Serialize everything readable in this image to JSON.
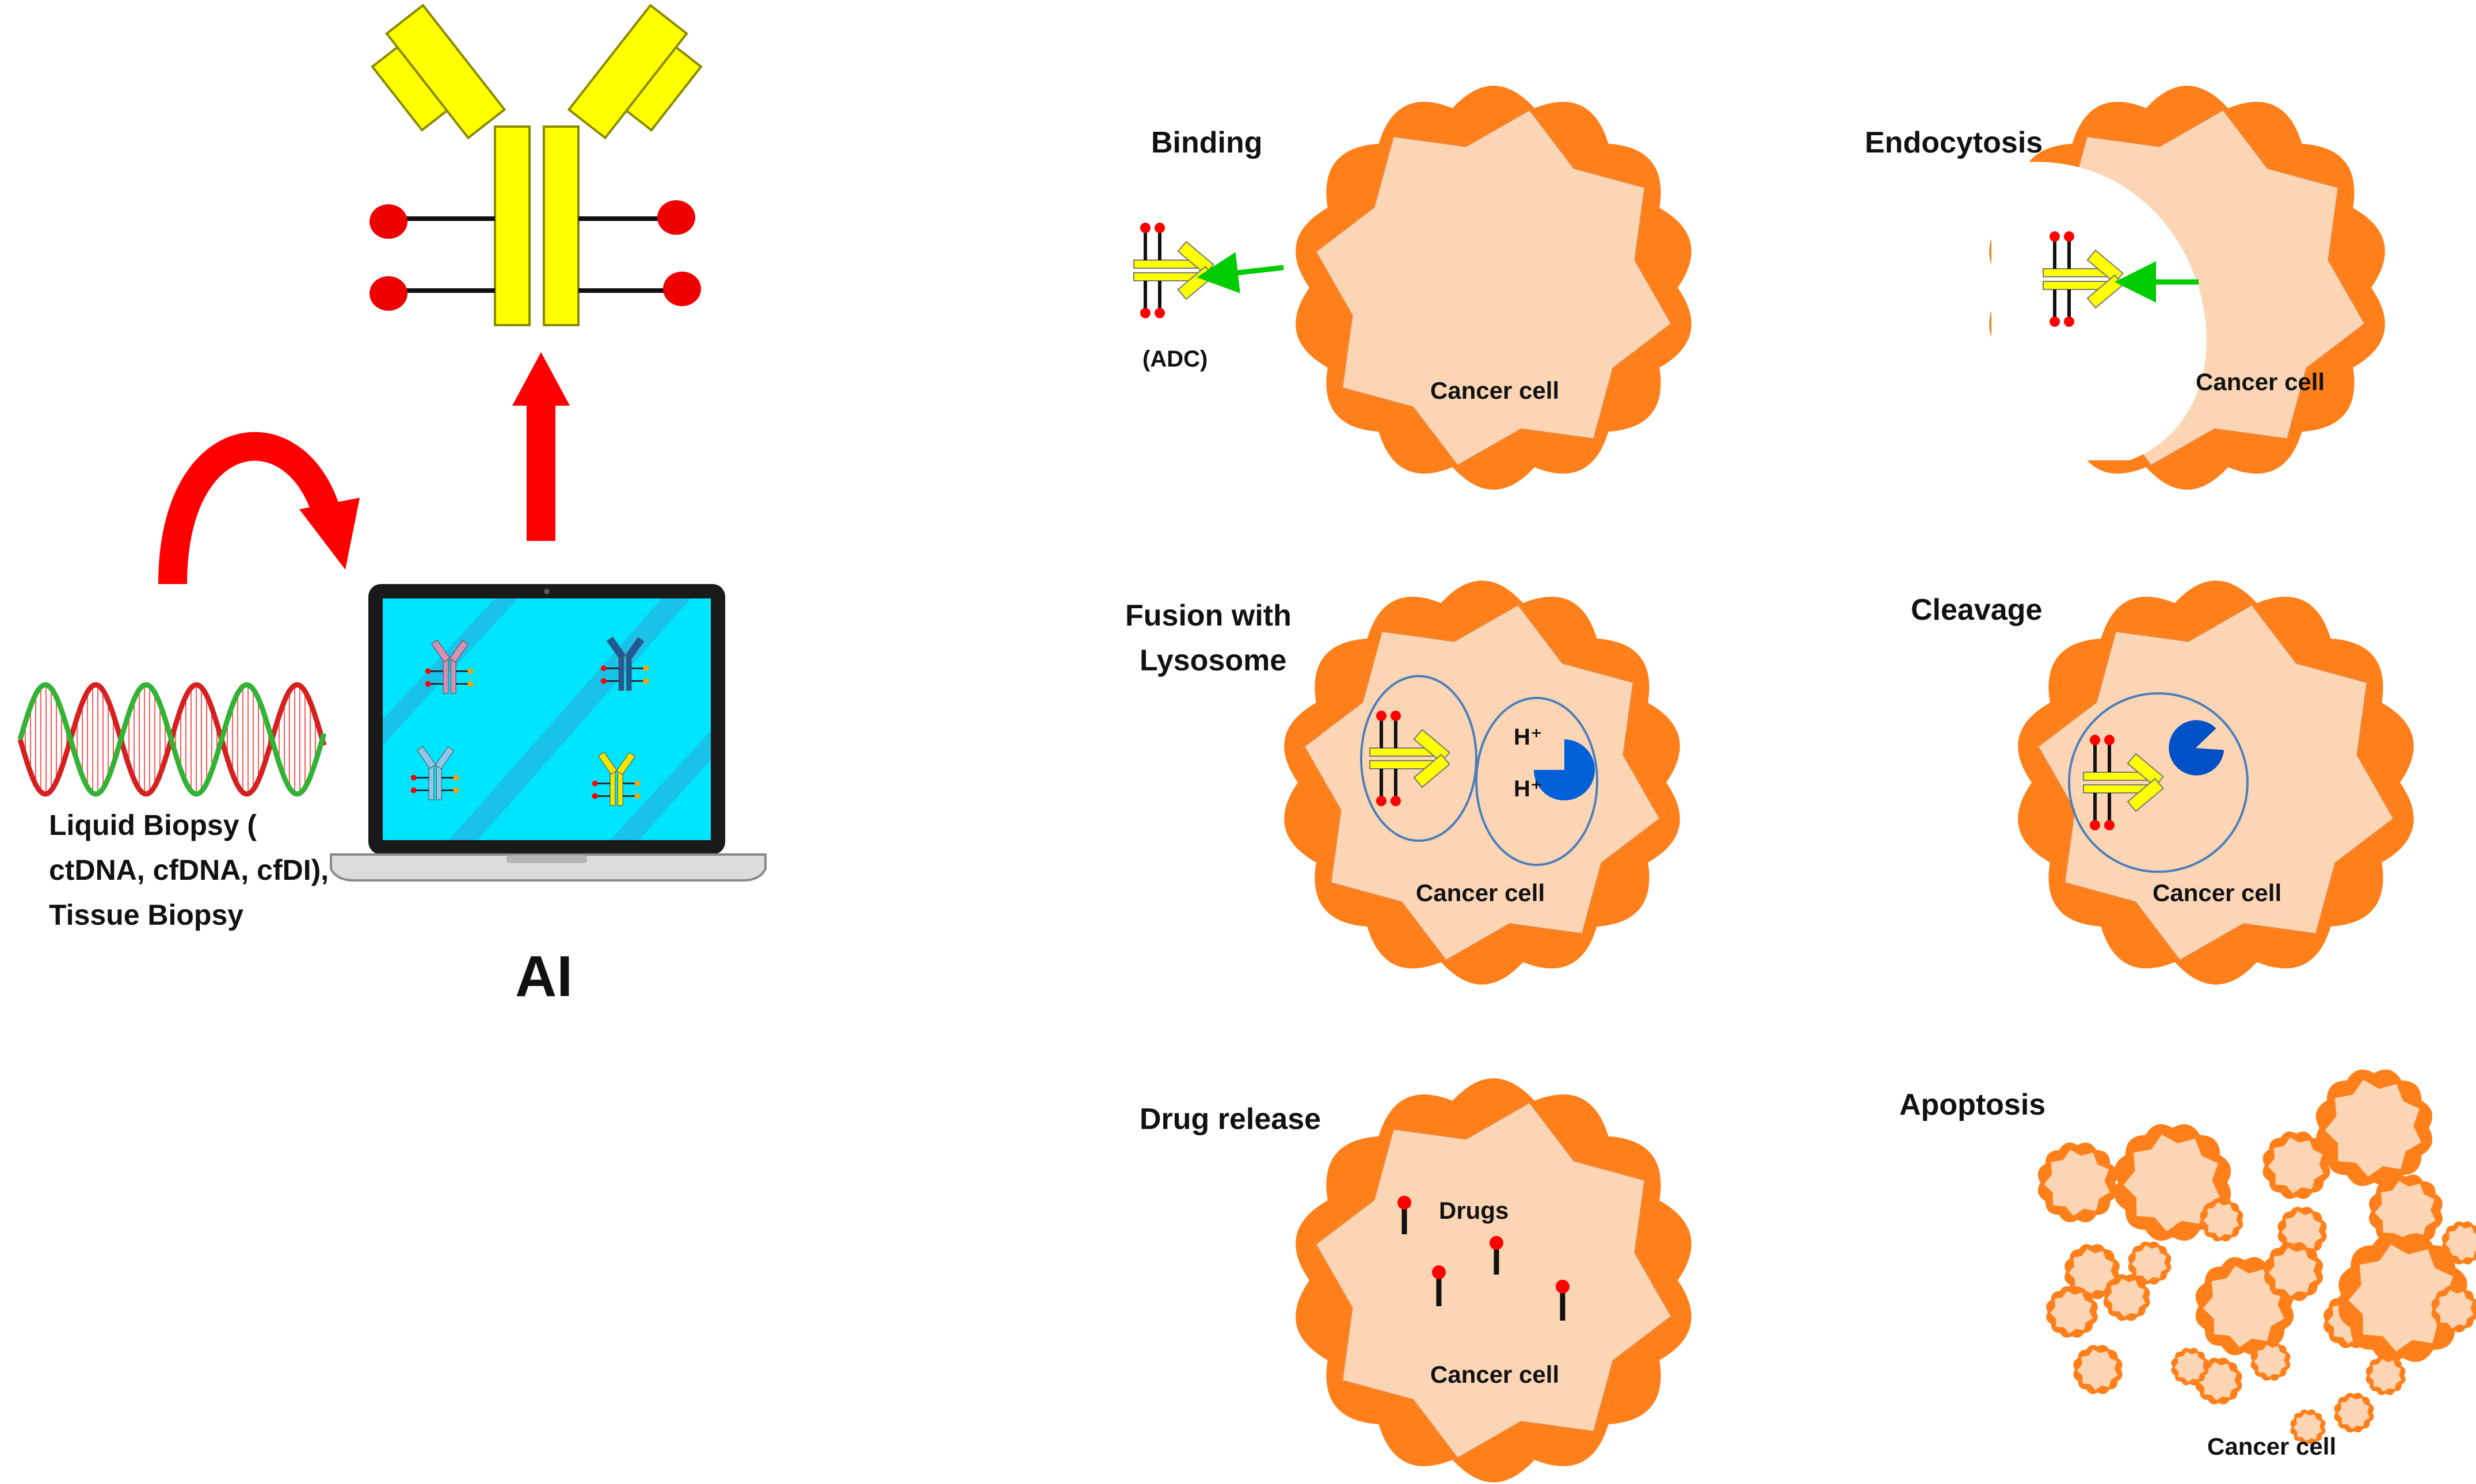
{
  "colors": {
    "cell_outer": "#ff7f1a",
    "cell_inner": "#fcd5b5",
    "antibody": "#ffff00",
    "payload": "#ff0000",
    "arrow_red": "#ff0000",
    "arrow_green": "#00cc00",
    "screen": "#00e5ff",
    "enzyme": "#0055d4"
  },
  "left": {
    "biopsy_label": "Liquid Biopsy ( ctDNA, cfDNA, cfDI), Tissue Biopsy",
    "ai_label": "AI"
  },
  "steps": {
    "binding": {
      "title": "Binding",
      "adc": "(ADC)",
      "cell": "Cancer cell"
    },
    "endocytosis": {
      "title": "Endocytosis",
      "cell": "Cancer cell"
    },
    "fusion": {
      "title_line1": "Fusion with",
      "title_line2": "Lysosome",
      "ion1": "H⁺",
      "ion2": "H⁺",
      "cell": "Cancer cell"
    },
    "cleavage": {
      "title": "Cleavage",
      "cell": "Cancer cell"
    },
    "release": {
      "title": "Drug release",
      "drugs": "Drugs",
      "cell": "Cancer cell"
    },
    "apoptosis": {
      "title": "Apoptosis",
      "cell": "Cancer cell"
    }
  },
  "icons": [
    "dna-helix-icon",
    "laptop-icon",
    "antibody-icon",
    "cancer-cell-icon",
    "lysosome-icon",
    "enzyme-icon",
    "drug-icon"
  ]
}
